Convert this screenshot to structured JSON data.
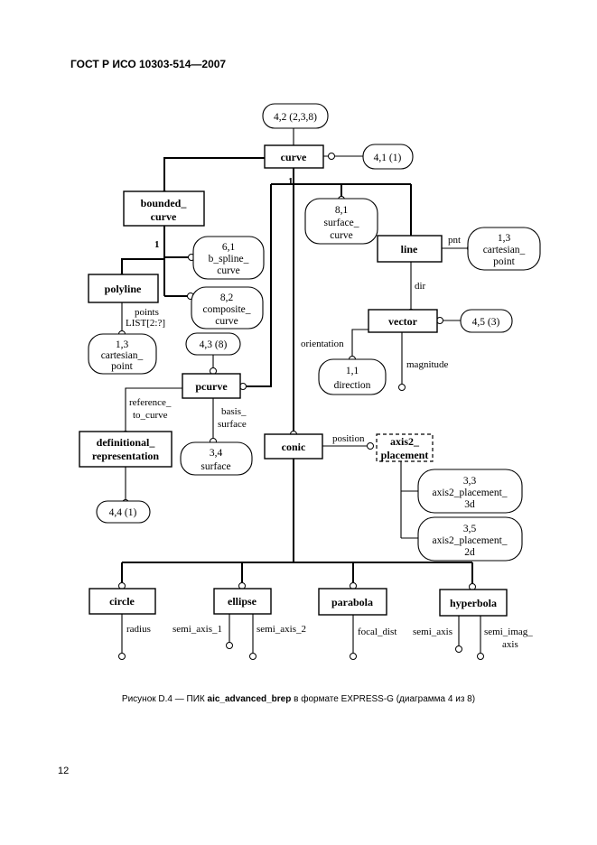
{
  "header": "ГОСТ Р ИСО 10303-514—2007",
  "caption": {
    "prefix": "Рисунок D.4 — ПИК ",
    "bold": "aic_advanced_brep",
    "suffix": " в формате EXPRESS-G (диаграмма 4 из 8)"
  },
  "page_number": "12",
  "diagram": {
    "entities": {
      "curve": "curve",
      "bounded_curve": [
        "bounded_",
        "curve"
      ],
      "polyline": "polyline",
      "pcurve": "pcurve",
      "definitional_representation": [
        "definitional_",
        "representation"
      ],
      "line": "line",
      "vector": "vector",
      "conic": "conic",
      "axis2_placement": [
        "axis2_",
        "placement"
      ],
      "circle": "circle",
      "ellipse": "ellipse",
      "parabola": "parabola",
      "hyperbola": "hyperbola"
    },
    "references": {
      "curve_in": "4,2 (2,3,8)",
      "curve_out": "4,1 (1)",
      "surface_curve": [
        "8,1",
        "surface_",
        "curve"
      ],
      "b_spline_curve": [
        "6,1",
        "b_spline_",
        "curve"
      ],
      "composite_curve": [
        "8,2",
        "composite_",
        "curve"
      ],
      "cartesian_point_polyline": [
        "1,3",
        "cartesian_",
        "point"
      ],
      "pcurve_in": "4,3 (8)",
      "surface_basis": [
        "3,4",
        "surface"
      ],
      "def_rep_out": "4,4 (1)",
      "cartesian_point_line": [
        "1,3",
        "cartesian_",
        "point"
      ],
      "vector_out": "4,5 (3)",
      "direction": [
        "1,1",
        "direction"
      ],
      "axis2_placement_3d": [
        "3,3",
        "axis2_placement_",
        "3d"
      ],
      "axis2_placement_2d": [
        "3,5",
        "axis2_placement_",
        "2d"
      ]
    },
    "attributes": {
      "one_a": "1",
      "one_b": "1",
      "points": [
        "points",
        "LIST[2:?]"
      ],
      "reference_to_curve": [
        "reference_",
        "to_curve"
      ],
      "basis_surface": [
        "basis_",
        "surface"
      ],
      "pnt": "pnt",
      "dir": "dir",
      "orientation": "orientation",
      "magnitude": "magnitude",
      "position": "position",
      "radius": "radius",
      "semi_axis_1": "semi_axis_1",
      "semi_axis_2": "semi_axis_2",
      "focal_dist": "focal_dist",
      "semi_axis": "semi_axis",
      "semi_imag_axis": [
        "semi_imag_",
        "axis"
      ]
    }
  }
}
